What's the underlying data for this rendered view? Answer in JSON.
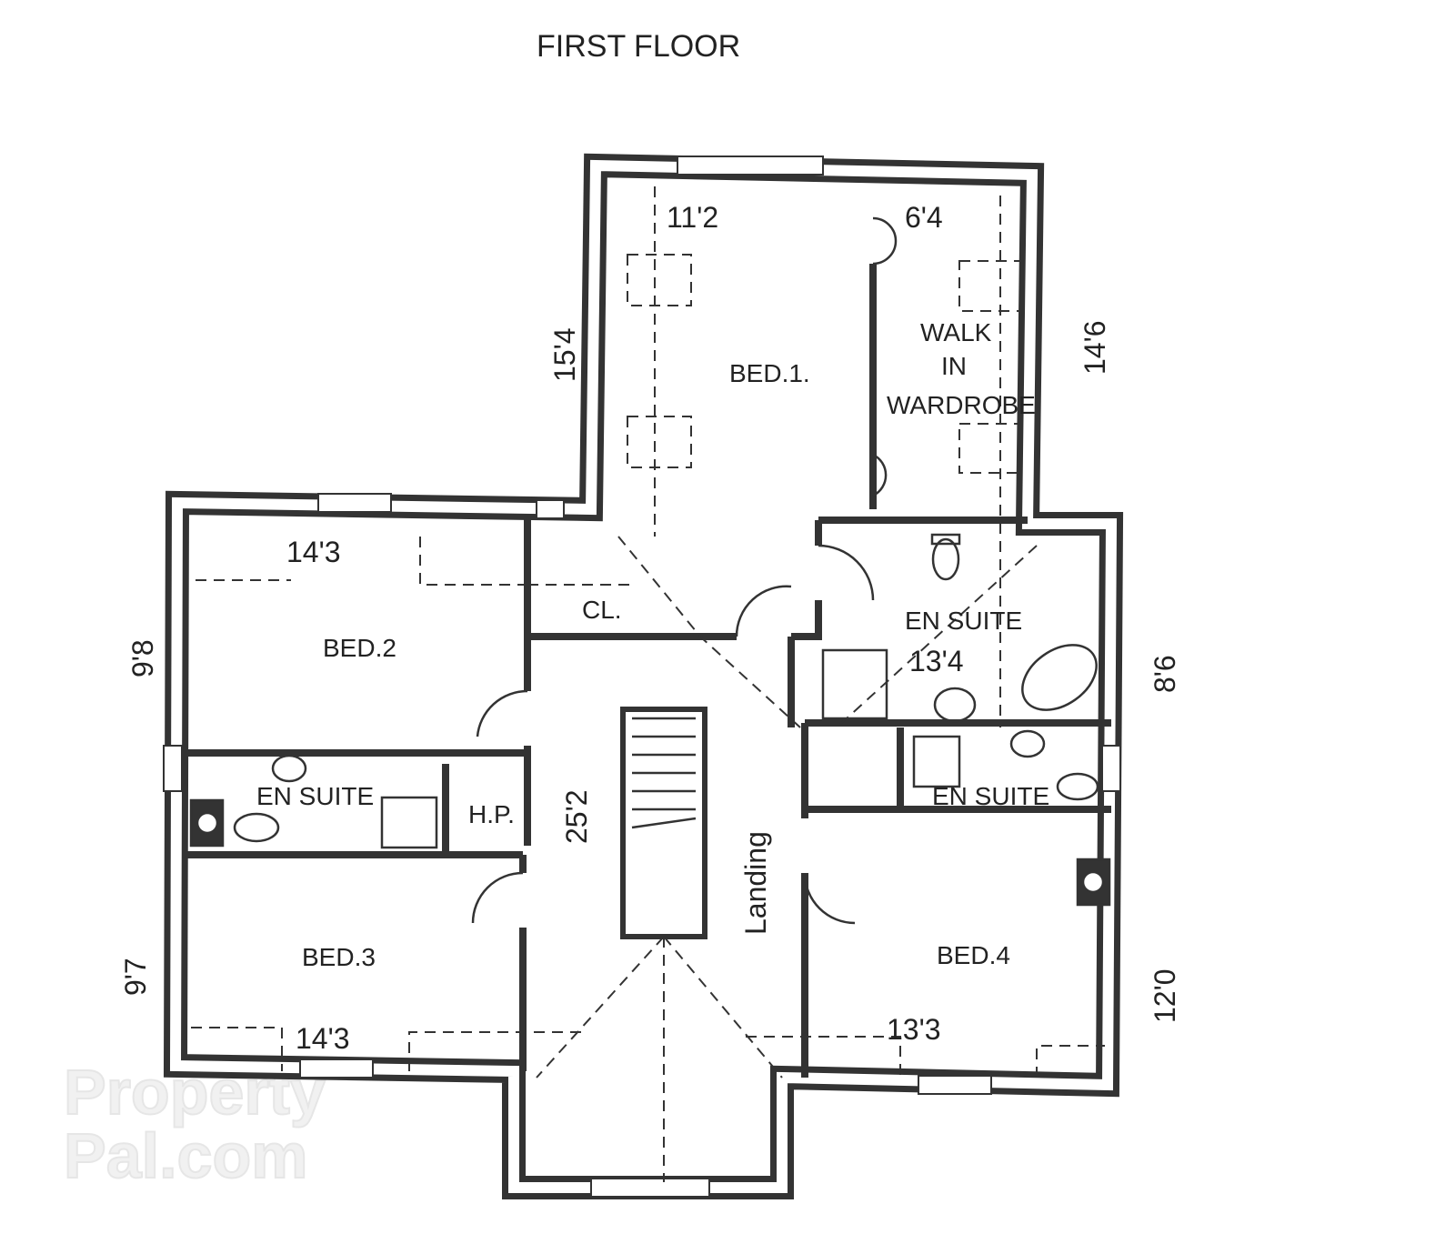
{
  "title": "FIRST FLOOR",
  "rooms": {
    "bed1": {
      "label": "BED.1.",
      "width": "11'2",
      "height": "15'4"
    },
    "wardrobe": {
      "line1": "WALK",
      "line2": "IN",
      "line3": "WARDROBE",
      "width": "6'4",
      "height": "14'6"
    },
    "bed2": {
      "label": "BED.2",
      "width": "14'3",
      "height": "9'8"
    },
    "closet": {
      "label": "CL."
    },
    "ensuite1": {
      "label": "EN SUITE",
      "width": "13'4",
      "height": "8'6"
    },
    "ensuite2": {
      "label": "EN SUITE"
    },
    "hp": {
      "label": "H.P."
    },
    "landing": {
      "label": "Landing",
      "length": "25'2"
    },
    "ensuite3": {
      "label": "EN SUITE"
    },
    "bed3": {
      "label": "BED.3",
      "width": "14'3",
      "height": "9'7"
    },
    "bed4": {
      "label": "BED.4",
      "width": "13'3",
      "height": "12'0"
    }
  },
  "watermark": {
    "line1": "Property",
    "line2": "Pal.com"
  }
}
